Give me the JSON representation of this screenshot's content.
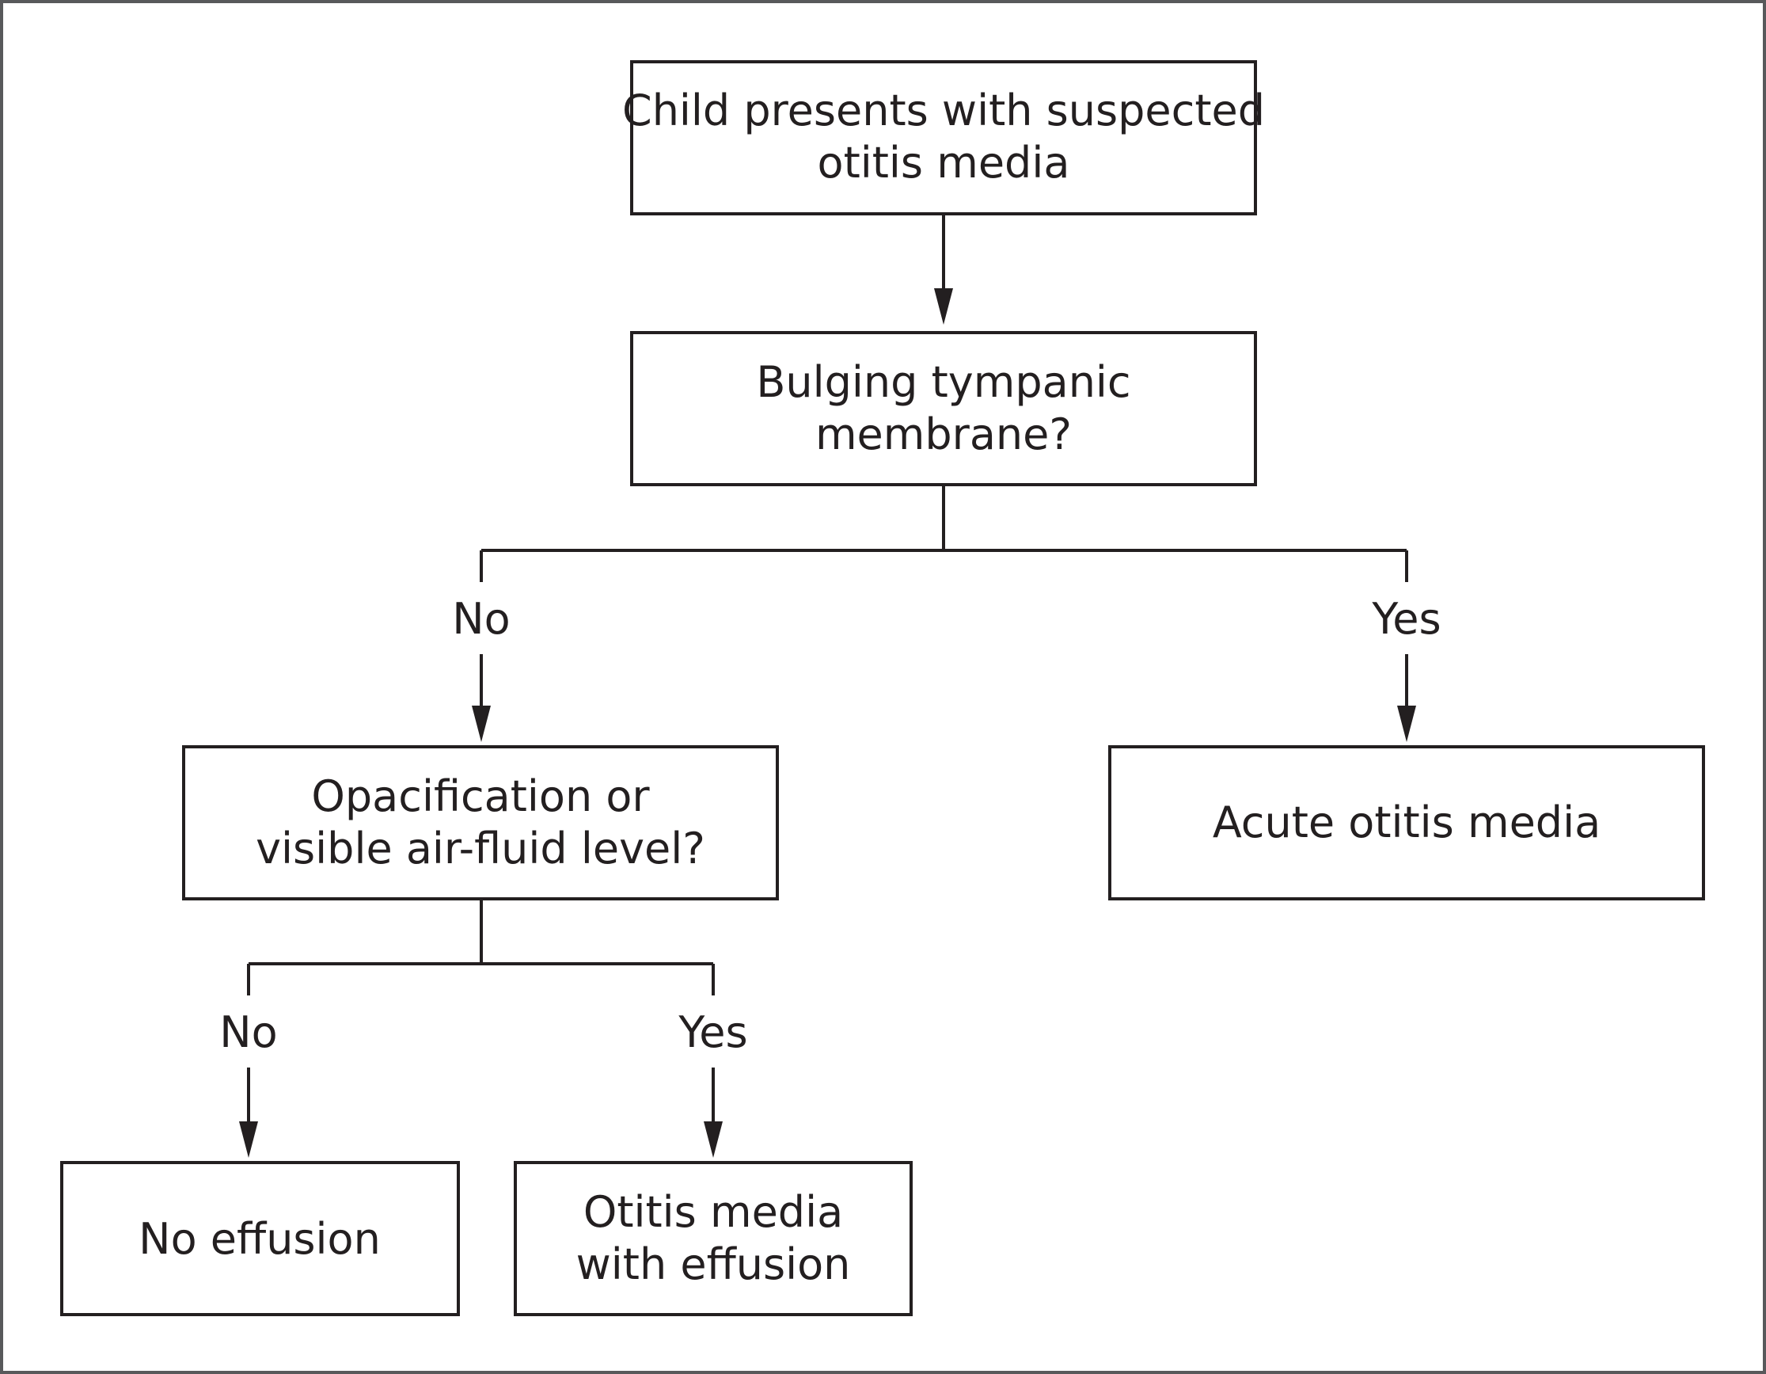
{
  "nodes": {
    "start": {
      "lines": [
        "Child presents with suspected",
        "otitis media"
      ]
    },
    "bulging": {
      "lines": [
        "Bulging tympanic",
        "membrane?"
      ]
    },
    "opacification": {
      "lines": [
        "Opacification or",
        "visible air-fluid level?"
      ]
    },
    "aom": {
      "lines": [
        "Acute otitis media"
      ]
    },
    "no_effusion": {
      "lines": [
        "No effusion"
      ]
    },
    "ome": {
      "lines": [
        "Otitis media",
        "with effusion"
      ]
    }
  },
  "branches": {
    "bulging_no": "No",
    "bulging_yes": "Yes",
    "opacification_no": "No",
    "opacification_yes": "Yes"
  },
  "colors": {
    "line": "#231f20",
    "frame": "#58595b",
    "background": "#ffffff"
  }
}
